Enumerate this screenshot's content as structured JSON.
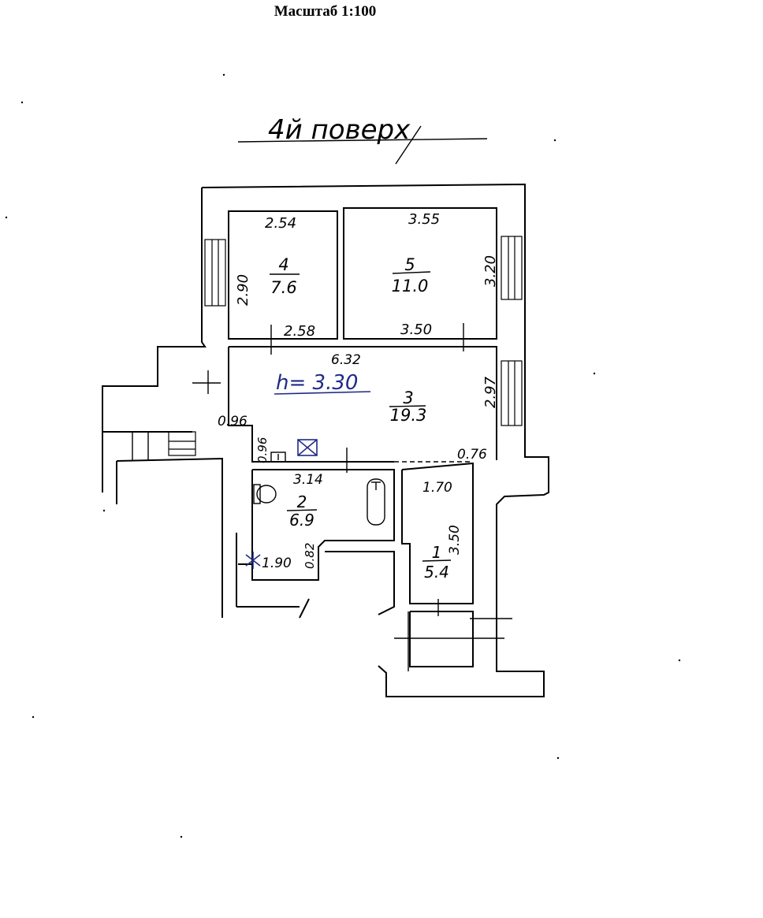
{
  "header": {
    "scale": "Масштаб 1:100"
  },
  "floor_title": "4й поверх",
  "ceiling_height": "h= 3.30",
  "rooms": [
    {
      "number": "4",
      "area": "7.6"
    },
    {
      "number": "5",
      "area": "11.0"
    },
    {
      "number": "3",
      "area": "19.3"
    },
    {
      "number": "2",
      "area": "6.9"
    },
    {
      "number": "1",
      "area": "5.4"
    }
  ],
  "dimensions": {
    "d_2_54": "2.54",
    "d_3_55": "3.55",
    "d_2_90": "2.90",
    "d_3_20": "3.20",
    "d_2_58": "2.58",
    "d_3_50_top": "3.50",
    "d_6_32": "6.32",
    "d_2_97": "2.97",
    "d_0_96_a": "0.96",
    "d_0_96_b": "0.96",
    "d_0_76": "0.76",
    "d_3_14": "3.14",
    "d_1_70": "1.70",
    "d_3_50_side": "3.50",
    "d_0_82": "0.82",
    "d_1_90": "1.90"
  }
}
